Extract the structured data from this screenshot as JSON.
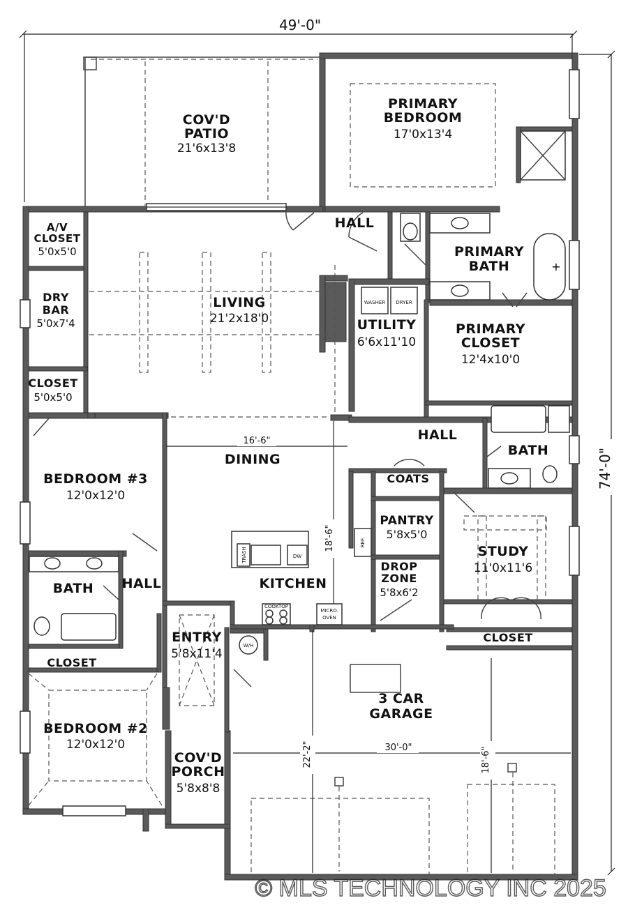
{
  "dimensions": {
    "overall_width": "49'-0\"",
    "overall_depth": "74'-0\"",
    "dining_width": "16'-6\"",
    "kitchen_depth": "18'-6\"",
    "garage_width": "30'-0\"",
    "garage_depth_left": "22'-2\"",
    "garage_depth_right": "18'-6\""
  },
  "rooms": {
    "covd_patio": {
      "name_line1": "COV'D",
      "name_line2": "PATIO",
      "size": "21'6x13'8"
    },
    "primary_bedroom": {
      "name_line1": "PRIMARY",
      "name_line2": "BEDROOM",
      "size": "17'0x13'4"
    },
    "hall_top": {
      "name": "HALL"
    },
    "av_closet": {
      "name_line1": "A/V",
      "name_line2": "CLOSET",
      "size": "5'0x5'0"
    },
    "primary_bath": {
      "name_line1": "PRIMARY",
      "name_line2": "BATH"
    },
    "dry_bar": {
      "name_line1": "DRY",
      "name_line2": "BAR",
      "size": "5'0x7'4"
    },
    "living": {
      "name": "LIVING",
      "size": "21'2x18'0"
    },
    "utility": {
      "name": "UTILITY",
      "size": "6'6x11'10"
    },
    "primary_closet": {
      "name_line1": "PRIMARY",
      "name_line2": "CLOSET",
      "size": "12'4x10'0"
    },
    "closet_left": {
      "name": "CLOSET",
      "size": "5'0x5'0"
    },
    "hall_mid": {
      "name": "HALL"
    },
    "dining": {
      "name": "DINING"
    },
    "bath_right": {
      "name": "BATH"
    },
    "bedroom3": {
      "name": "BEDROOM #3",
      "size": "12'0x12'0"
    },
    "coats": {
      "name": "COATS"
    },
    "pantry": {
      "name": "PANTRY",
      "size": "5'8x5'0"
    },
    "study": {
      "name": "STUDY",
      "size": "11'0x11'6"
    },
    "drop_zone": {
      "name_line1": "DROP",
      "name_line2": "ZONE",
      "size": "5'8x6'2"
    },
    "bath_left": {
      "name": "BATH"
    },
    "hall_left": {
      "name": "HALL"
    },
    "kitchen": {
      "name": "KITCHEN"
    },
    "entry": {
      "name": "ENTRY",
      "size": "5'8x11'4"
    },
    "closet_right": {
      "name": "CLOSET"
    },
    "closet_bottom": {
      "name": "CLOSET"
    },
    "garage": {
      "name_line1": "3 CAR",
      "name_line2": "GARAGE"
    },
    "bedroom2": {
      "name": "BEDROOM #2",
      "size": "12'0x12'0"
    },
    "covd_porch": {
      "name_line1": "COV'D",
      "name_line2": "PORCH",
      "size": "5'8x8'8"
    }
  },
  "fixtures": {
    "washer": "WASHER",
    "dryer": "DRYER",
    "trash": "TRASH",
    "dw": "DW",
    "ref": "REF.",
    "cooktop": "COOKTOP",
    "micro_line1": "MICRO.",
    "micro_line2": "OVEN",
    "wh": "W/H"
  },
  "watermark": "© MLS TECHNOLOGY INC 2025"
}
